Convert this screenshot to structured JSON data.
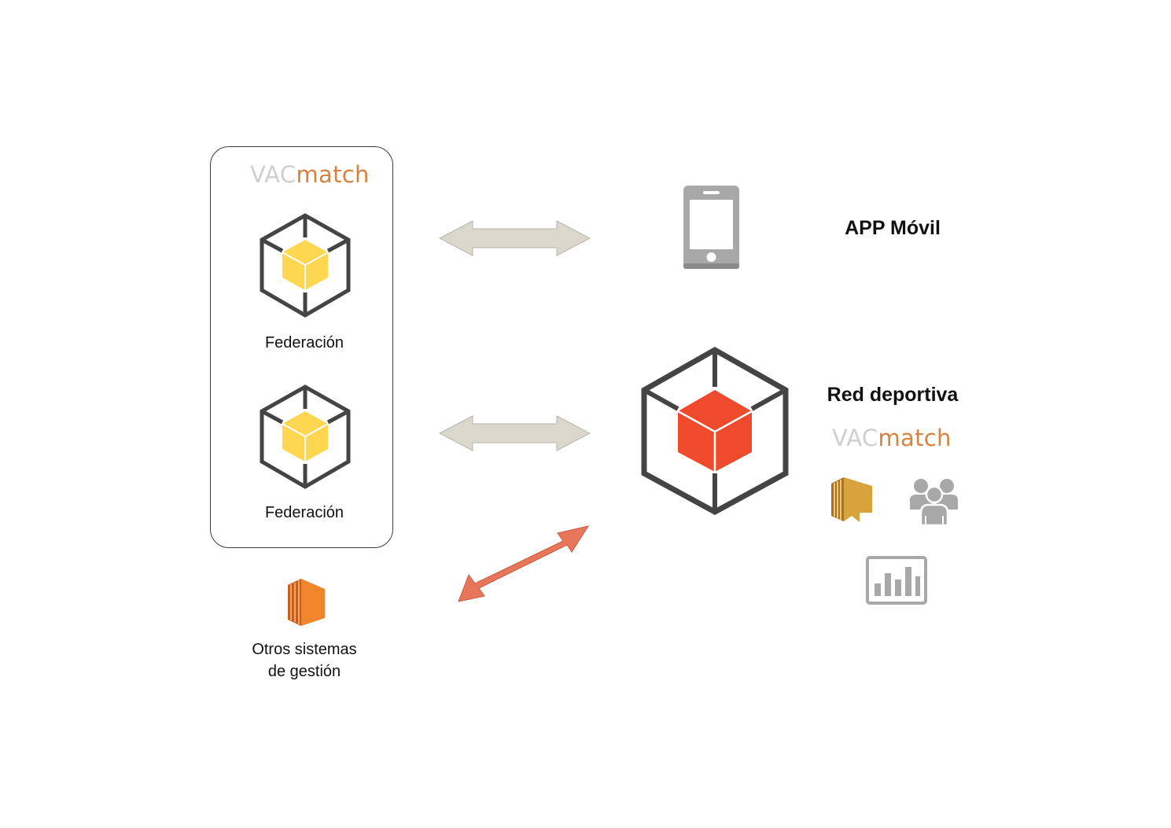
{
  "left_group": {
    "brand_part1": "VAC",
    "brand_part2": "match",
    "node_top_label": "Federación",
    "node_bottom_label": "Federación"
  },
  "other_systems": {
    "line1": "Otros sistemas",
    "line2": "de gestión"
  },
  "app": {
    "label": "APP Móvil"
  },
  "network": {
    "label": "Red deportiva",
    "brand_part1": "VAC",
    "brand_part2": "match"
  },
  "colors": {
    "federation_cube": "#ffd64f",
    "network_cube": "#ef4a2c",
    "gray_arrow": "#dad8cd",
    "orange_arrow": "#e8765a",
    "brand_gray": "#cfcfcf",
    "brand_orange": "#d9823f",
    "ec2_orange": "#f0852c",
    "ec2_gold": "#d8a23c",
    "icon_gray": "#a8a8a8"
  },
  "icons": {
    "federation_top": "cube-node-icon",
    "federation_bottom": "cube-node-icon",
    "network": "cube-node-icon",
    "app": "mobile-phone-icon",
    "other_systems": "server-stack-icon",
    "network_server": "server-stack-icon",
    "network_users": "users-group-icon",
    "network_stats": "bar-chart-icon"
  }
}
